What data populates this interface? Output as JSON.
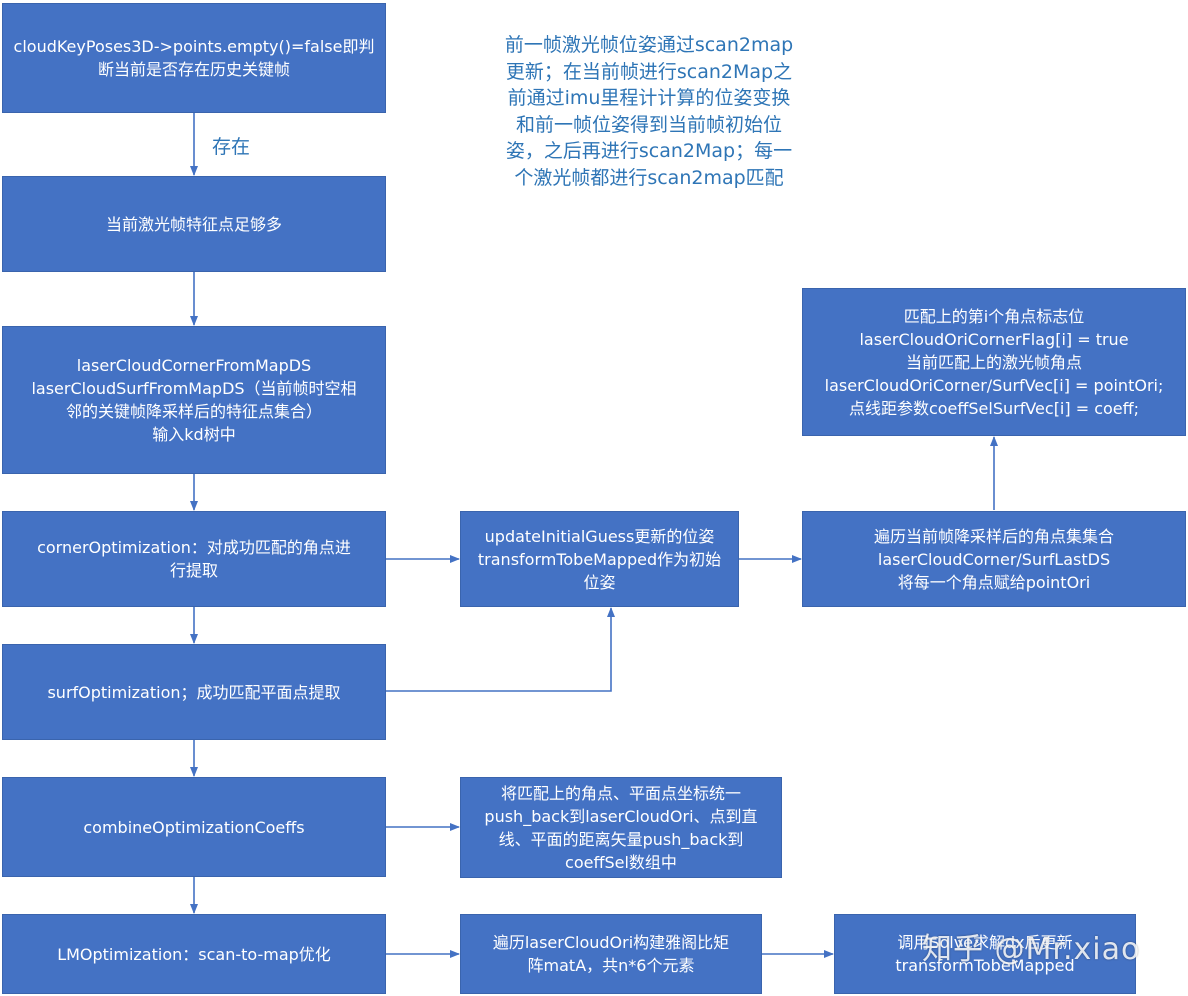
{
  "colors": {
    "box": "#4472c4",
    "note_text": "#2e75b6",
    "arrow": "#4472c4"
  },
  "boxes": {
    "check_keyposes": "cloudKeyPoses3D->points.empty()=false即判\n断当前是否存在历史关键帧",
    "enough_features": "当前激光帧特征点足够多",
    "kdtree_input": "laserCloudCornerFromMapDS\nlaserCloudSurfFromMapDS（当前帧时空相\n邻的关键帧降采样后的特征点集合）\n输入kd树中",
    "corner_opt": "cornerOptimization：对成功匹配的角点进\n行提取",
    "surf_opt": "surfOptimization；成功匹配平面点提取",
    "combine": "combineOptimizationCoeffs",
    "lm_opt": "LMOptimization：scan-to-map优化",
    "initial_guess": "updateInitialGuess更新的位姿\ntransformTobeMapped作为初始\n位姿",
    "traverse_corners": "遍历当前帧降采样后的角点集集合\nlaserCloudCorner/SurfLastDS\n将每一个角点赋给pointOri",
    "flag_box": "匹配上的第i个角点标志位\nlaserCloudOriCornerFlag[i] = true\n当前匹配上的激光帧角点\nlaserCloudOriCorner/SurfVec[i] = pointOri;\n点线距参数coeffSelSurfVec[i] = coeff;",
    "push_back": "将匹配上的角点、平面点坐标统一\npush_back到laserCloudOri、点到直\n线、平面的距离矢量push_back到\ncoeffSel数组中",
    "jacobian": "遍历laserCloudOri构建雅阁比矩\n阵matA，共n*6个元素",
    "solve": "调用Solve求解dx后更新\ntransformTobeMapped"
  },
  "edge_label_exists": "存在",
  "note": "前一帧激光帧位姿通过scan2map\n更新；在当前帧进行scan2Map之\n前通过imu里程计计算的位姿变换\n和前一帧位姿得到当前帧初始位\n姿，之后再进行scan2Map；每一\n个激光帧都进行scan2map匹配",
  "watermark": "知乎 @Mr.xiao"
}
